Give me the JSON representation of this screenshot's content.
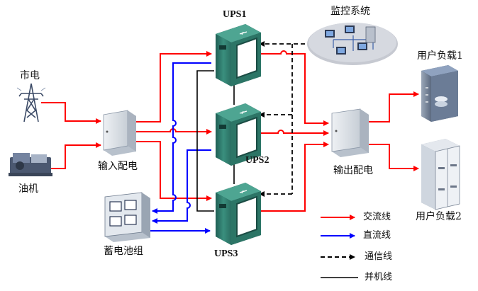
{
  "labels": {
    "grid": "市电",
    "generator": "油机",
    "input_pd": "输入配电",
    "battery": "蓄电池组",
    "ups1": "UPS1",
    "ups2": "UPS2",
    "ups3": "UPS3",
    "monitor": "监控系统",
    "output_pd": "输出配电",
    "load1": "用户负载1",
    "load2": "用户负载2"
  },
  "legend": [
    {
      "label": "交流线",
      "style": "ac"
    },
    {
      "label": "直流线",
      "style": "dc"
    },
    {
      "label": "通信线",
      "style": "comm"
    },
    {
      "label": "并机线",
      "style": "parallel"
    }
  ],
  "colors": {
    "ac": "#ff0000",
    "dc": "#0000ff",
    "comm": "#000000",
    "parallel": "#000000",
    "ups_green": "#2f7f6f",
    "cabinet_gray": "#d8dde3",
    "monitor_ellipse": "#c9ccd3"
  }
}
